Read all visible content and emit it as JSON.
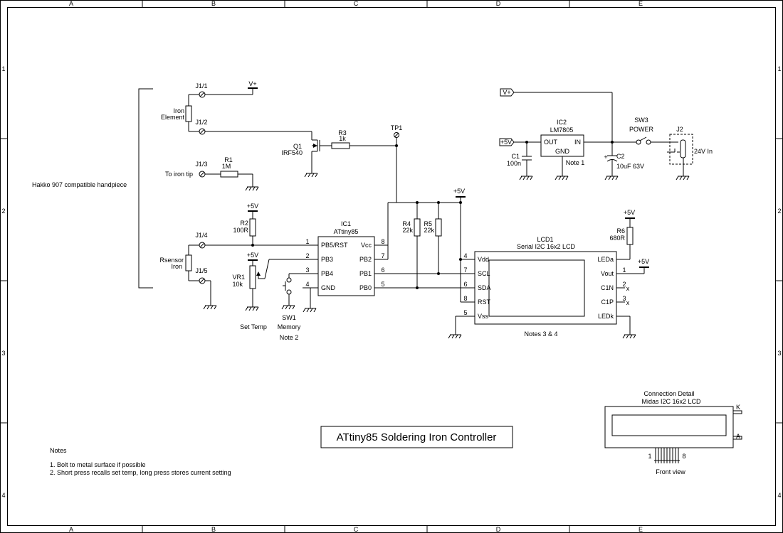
{
  "title": "ATtiny85 Soldering Iron Controller",
  "border": {
    "columns": [
      "A",
      "B",
      "C",
      "D",
      "E"
    ],
    "rows": [
      "1",
      "2",
      "3",
      "4"
    ]
  },
  "handpiece": {
    "label": "Hakko 907 compatible handpiece",
    "iron_element": [
      "Iron",
      "Element"
    ],
    "rsensor": [
      "Rsensor",
      "Iron"
    ],
    "to_iron_tip": "To iron tip",
    "pins": [
      "J1/1",
      "J1/2",
      "J1/3",
      "J1/4",
      "J1/5"
    ]
  },
  "supplies": {
    "vplus": "V+",
    "p5v": "+5V"
  },
  "components": {
    "q1": {
      "ref": "Q1",
      "value": "IRF540"
    },
    "r1": {
      "ref": "R1",
      "value": "1M"
    },
    "r2": {
      "ref": "R2",
      "value": "100R"
    },
    "r3": {
      "ref": "R3",
      "value": "1k"
    },
    "r4": {
      "ref": "R4",
      "value": "22k"
    },
    "r5": {
      "ref": "R5",
      "value": "22k"
    },
    "r6": {
      "ref": "R6",
      "value": "680R"
    },
    "vr1": {
      "ref": "VR1",
      "value": "10k",
      "caption": "Set Temp"
    },
    "sw1": {
      "ref": "SW1",
      "value": "Memory",
      "note": "Note 2"
    },
    "tp1": {
      "ref": "TP1"
    },
    "c1": {
      "ref": "C1",
      "value": "100n"
    },
    "c2": {
      "ref": "C2",
      "value": "10uF 63V",
      "polarity": "+"
    },
    "ic2": {
      "ref": "IC2",
      "value": "LM7805",
      "out": "OUT",
      "in": "IN",
      "gnd": "GND",
      "note": "Note 1"
    },
    "sw3": {
      "ref": "SW3",
      "value": "POWER"
    },
    "j2": {
      "ref": "J2",
      "value": "24V In"
    }
  },
  "ic1": {
    "ref": "IC1",
    "value": "ATtiny85",
    "left_pins": [
      {
        "num": "1",
        "name": "PB5/RST"
      },
      {
        "num": "2",
        "name": "PB3"
      },
      {
        "num": "3",
        "name": "PB4"
      },
      {
        "num": "4",
        "name": "GND"
      }
    ],
    "right_pins": [
      {
        "num": "8",
        "name": "Vcc"
      },
      {
        "num": "7",
        "name": "PB2"
      },
      {
        "num": "6",
        "name": "PB1"
      },
      {
        "num": "5",
        "name": "PB0"
      }
    ]
  },
  "lcd1": {
    "ref": "LCD1",
    "value": "Serial I2C 16x2 LCD",
    "left_pins": [
      {
        "num": "4",
        "name": "Vdd"
      },
      {
        "num": "7",
        "name": "SCL"
      },
      {
        "num": "6",
        "name": "SDA"
      },
      {
        "num": "8",
        "name": "RST"
      },
      {
        "num": "5",
        "name": "Vss"
      }
    ],
    "right_pins": [
      {
        "num": "",
        "name": "LEDa"
      },
      {
        "num": "1",
        "name": "Vout"
      },
      {
        "num": "2",
        "name": "C1N"
      },
      {
        "num": "3",
        "name": "C1P"
      },
      {
        "num": "",
        "name": "LEDk"
      }
    ],
    "nc": "x",
    "notes": "Notes 3 & 4"
  },
  "connection_detail": {
    "title": "Connection Detail",
    "subtitle": "Midas I2C 16x2 LCD",
    "pin_first": "1",
    "pin_last": "8",
    "k": "K",
    "a": "A",
    "caption": "Front view"
  },
  "notes": {
    "heading": "Notes",
    "items": [
      "1. Bolt to metal surface if possible",
      "2. Short press recalls set temp, long press stores current setting"
    ]
  }
}
